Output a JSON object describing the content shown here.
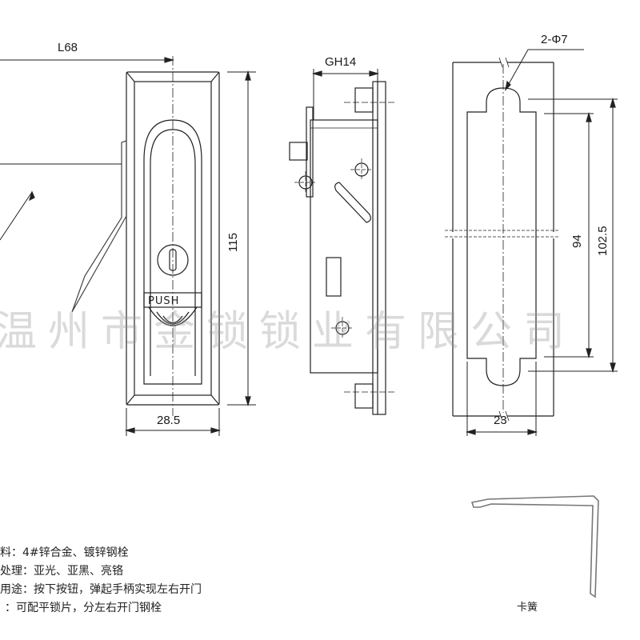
{
  "dimensions": {
    "front_width_top": "L68",
    "front_height": "115",
    "front_width_bottom": "28.5",
    "side_depth": "GH14",
    "cutout_holes": "2-Φ7",
    "cutout_inner_height": "94",
    "cutout_outer_height": "102.5",
    "cutout_width": "23"
  },
  "button_label": "PUSH",
  "watermark": "温州市金锁锁业有限公司",
  "specs": [
    "料：4#锌合金、镀锌钢栓",
    "处理：亚光、亚黑、亮铬",
    "用途：按下按钮，弹起手柄实现左右开门",
    "：可配平锁片，分左右开门钢栓"
  ],
  "spring_label": "卡簧"
}
